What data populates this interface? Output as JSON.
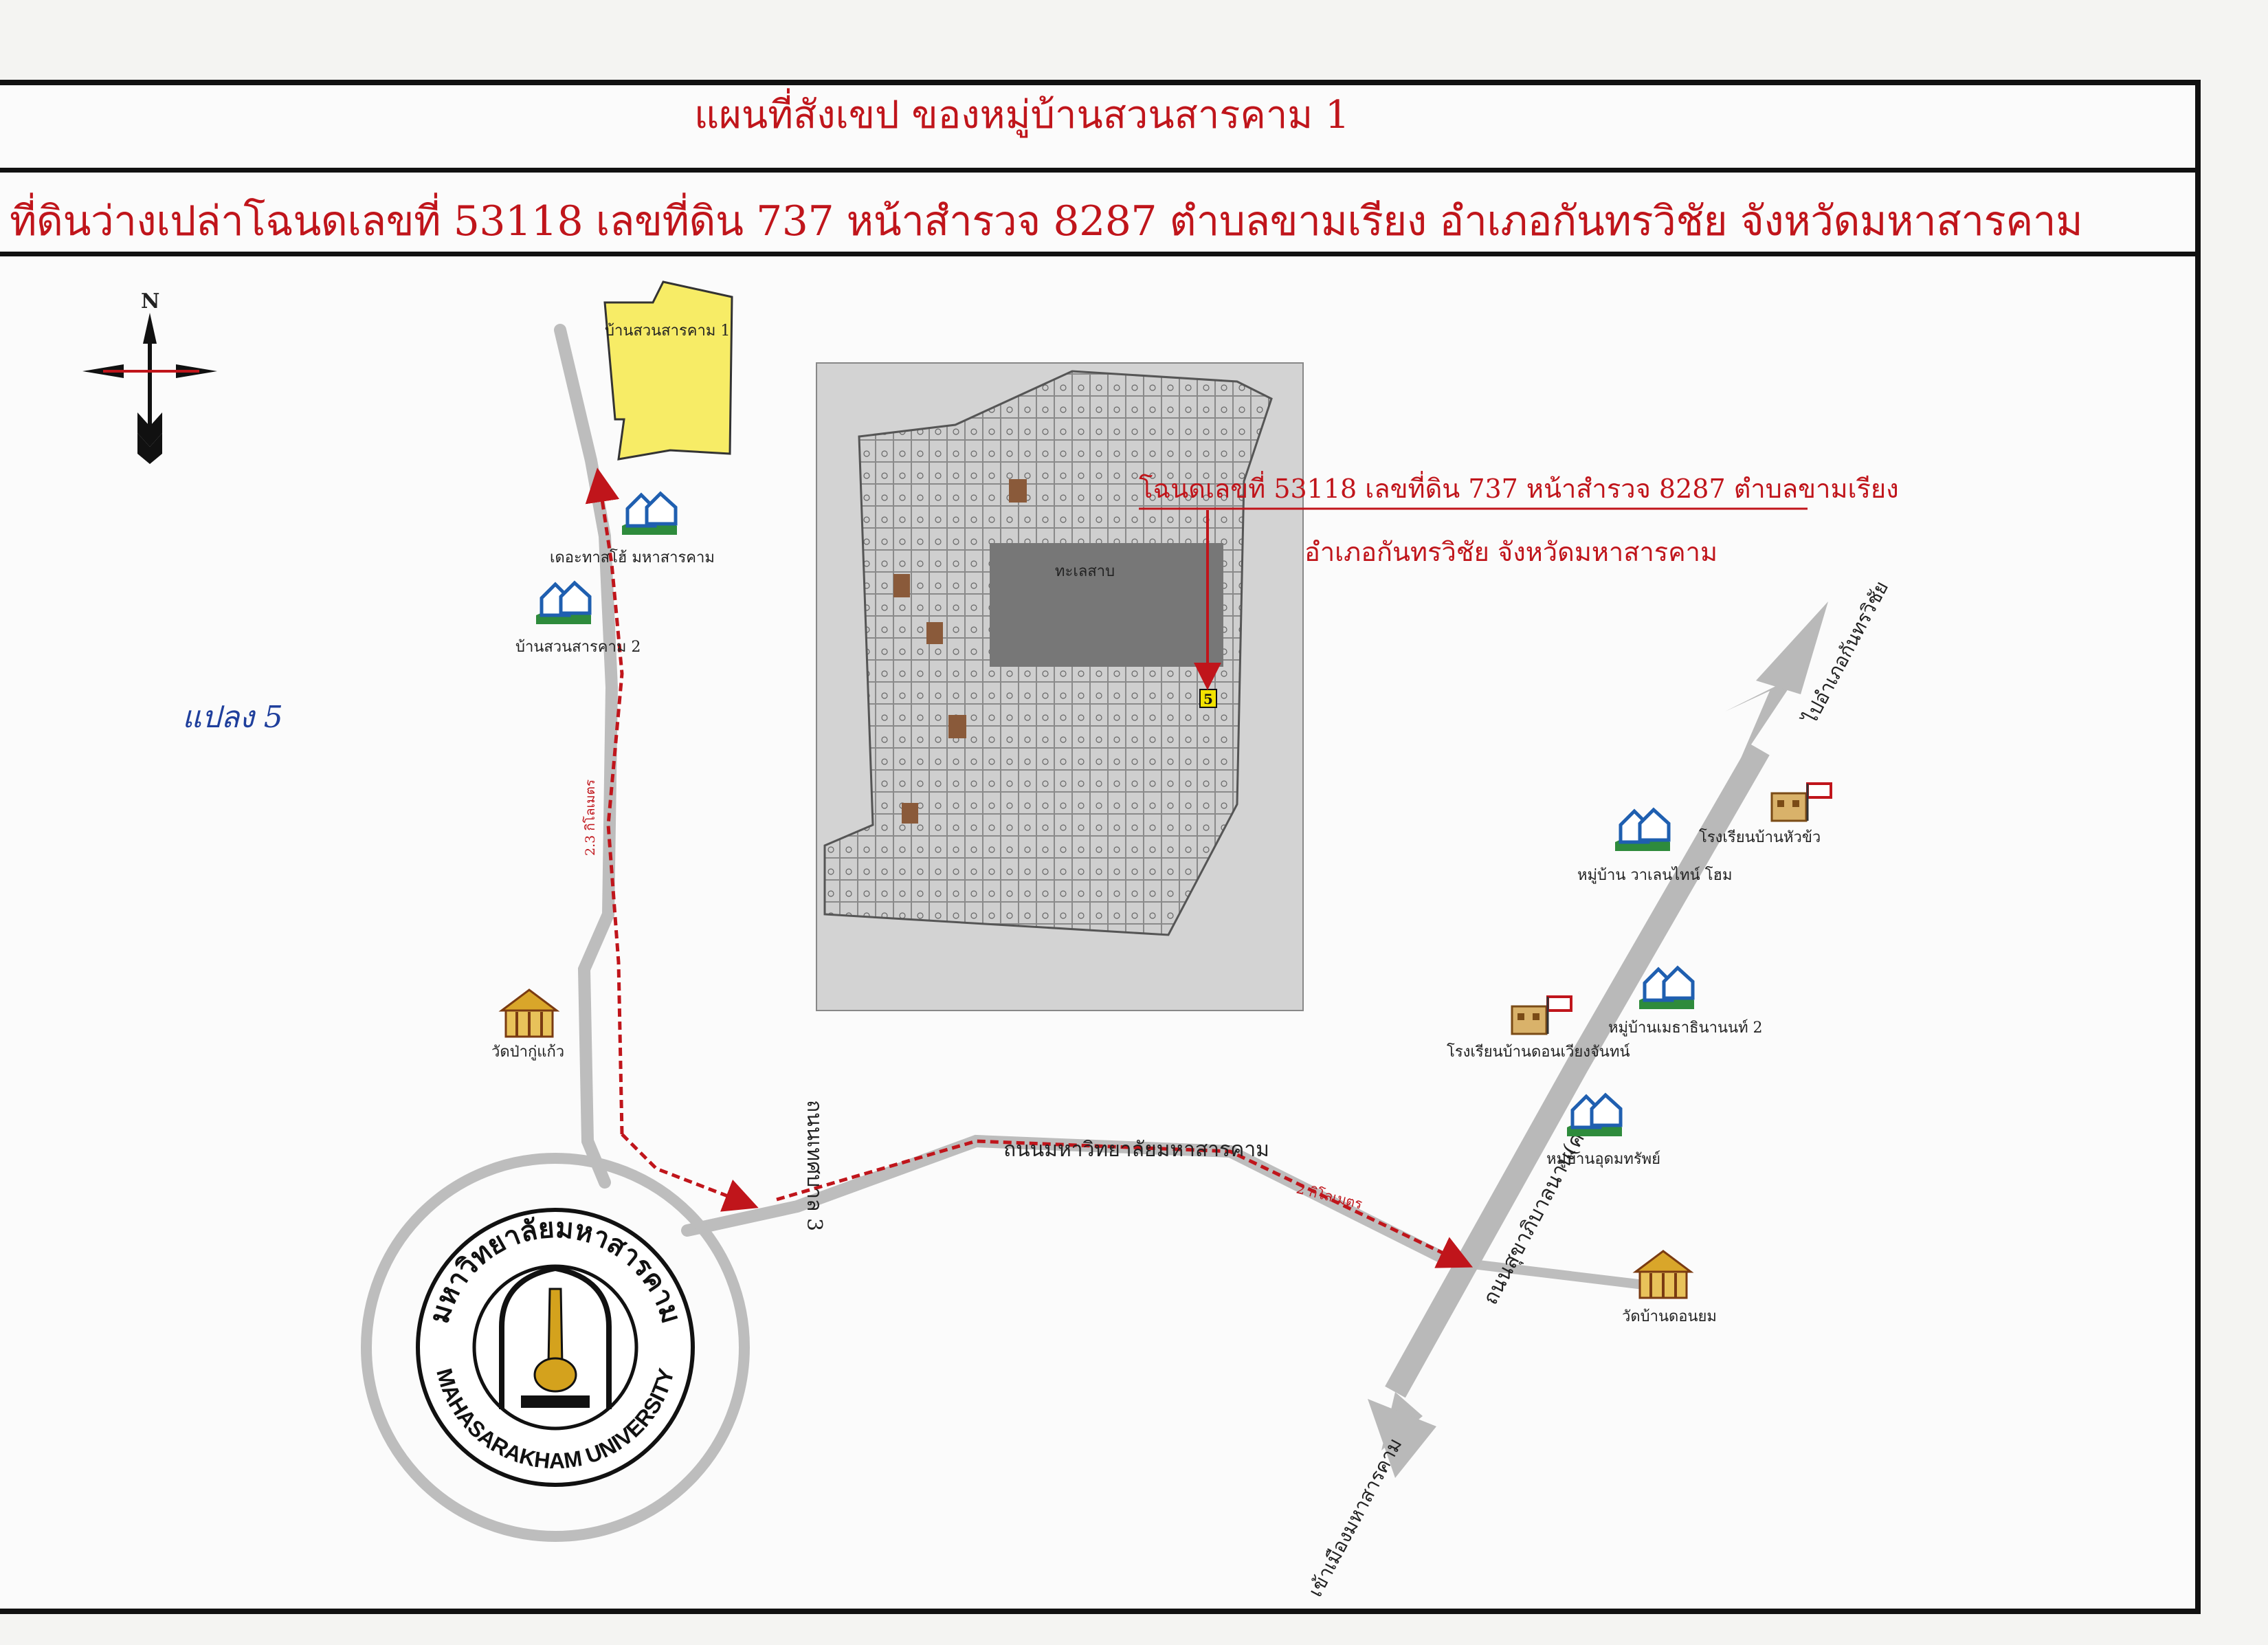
{
  "header": {
    "title": "แผนที่สังเขป  ของหมู่บ้านสวนสารคาม 1",
    "subtitle": "ที่ดินว่างเปล่าโฉนดเลขที่ 53118 เลขที่ดิน 737 หน้าสำรวจ 8287 ตำบลขามเรียง อำเภอกันทรวิชัย จังหวัดมหาสารคาม"
  },
  "compass": {
    "north_label": "N"
  },
  "village_area": {
    "label": "บ้านสวนสารคาม 1"
  },
  "handwritten_note": "แปลง 5",
  "deed_callout": {
    "line1": "โฉนดเลขที่ 53118 เลขที่ดิน 737 หน้าสำรวจ 8287 ตำบลขามเรียง",
    "line2": "อำเภอกันทรวิชัย จังหวัดมหาสารคาม"
  },
  "plan_image": {
    "lake_label": "ทะเลสาบ",
    "plot_marker": "5",
    "plot_marker_color": "#f2e200",
    "side_road_label": "ถนนเทศบาล 3"
  },
  "roads": {
    "university_road": "ถนนมหาวิทยาลัยมหาสารคาม",
    "main_road": "ถนนสุขาภิบาลนาน(คสล)",
    "to_kantharawichai": "ไปอำเภอกันทรวิชัย",
    "to_city": "เข้าเมืองมหาสารคาม",
    "distance_north": "2.3 กิโลเมตร",
    "distance_east": "2 กิโลเมตร"
  },
  "landmarks": [
    {
      "label": "เดอะทาสโฮ้ มหาสารคาม",
      "icon": "house-icon"
    },
    {
      "label": "บ้านสวนสารคาม 2",
      "icon": "house-icon"
    },
    {
      "label": "วัดป่ากู่แก้ว",
      "icon": "temple-icon"
    },
    {
      "label": "โรงเรียนบ้านหัวข้ว",
      "icon": "school-icon"
    },
    {
      "label": "หมู่บ้าน วาเลนไทน์ โฮม",
      "icon": "house-icon"
    },
    {
      "label": "หมู่บ้านเมธาธินานนท์ 2",
      "icon": "house-icon"
    },
    {
      "label": "โรงเรียนบ้านดอนเวียงจันทน์",
      "icon": "school-icon"
    },
    {
      "label": "หมู่บ้านอุดมทรัพย์",
      "icon": "house-icon"
    },
    {
      "label": "วัดบ้านดอนยม",
      "icon": "temple-icon"
    }
  ],
  "university": {
    "thai_name": "มหาวิทยาลัยมหาสารคาม",
    "english_name": "MAHASARAKHAM UNIVERSITY"
  },
  "colors": {
    "title_red": "#c0151b",
    "village_yellow": "#f7ec66",
    "road_gray": "#bdbdbd",
    "route_red": "#c0151b",
    "icon_blue": "#1f5fb0",
    "icon_green": "#2e8b3c",
    "temple_gold": "#d9a62a"
  }
}
